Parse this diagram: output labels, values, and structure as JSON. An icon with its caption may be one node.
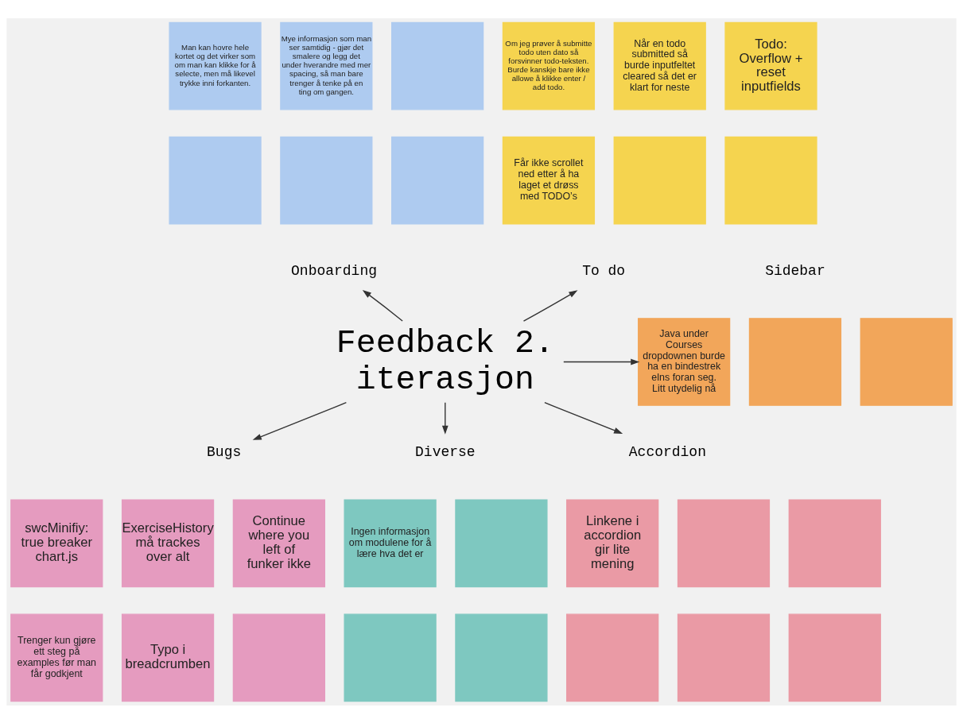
{
  "diagram": {
    "nodes": [
      {
        "text": [
          "Feedback 2. iterasjon"
        ]
      },
      {
        "text": [
          "Onboarding"
        ]
      },
      {
        "text": [
          "To do"
        ]
      },
      {
        "text": [
          "Sidebar"
        ]
      },
      {
        "text": [
          "Bugs"
        ]
      },
      {
        "text": [
          "Diverse"
        ]
      },
      {
        "text": [
          "Accordion"
        ]
      },
      {
        "text": [
          "Man kan hovre hele kortet og det virker som om man kan klikke for å selecte, men må likevel trykke inni forkanten."
        ]
      },
      {
        "text": [
          "Mye informasjon som man ser samtidig - gjør det smalere og legg det under hverandre med mer spacing, så man bare trenger å tenke på en ting om gangen."
        ]
      },
      {
        "text": [],
        "shape": "box"
      },
      {
        "text": [],
        "shape": "box"
      },
      {
        "text": [],
        "shape": "box"
      },
      {
        "text": [],
        "shape": "box"
      },
      {
        "text": [
          "Om jeg prøver å submitte todo uten dato så forsvinner todo-teksten. Burde kanskje bare ikke allowe å klikke enter / add todo."
        ]
      },
      {
        "text": [
          "Når en todo submitted så burde inputfeltet cleared så det er klart for neste"
        ]
      },
      {
        "text": [
          "Todo: Overflow + reset inputfields"
        ]
      },
      {
        "text": [
          "Får ikke scrollet ned etter å ha laget et drøss med TODO’s"
        ]
      },
      {
        "text": [],
        "shape": "box"
      },
      {
        "text": [],
        "shape": "box"
      },
      {
        "text": [
          "Java under Courses dropdownen burde ha en bindestrek elns foran seg. Litt utydelig nå"
        ]
      },
      {
        "text": [],
        "shape": "box"
      },
      {
        "text": [],
        "shape": "box"
      },
      {
        "text": [
          "swcMinifiy: true breaker chart.js"
        ]
      },
      {
        "text": [
          "ExerciseHistory må trackes over alt"
        ]
      },
      {
        "text": [
          "Continue where you left of funker ikke"
        ]
      },
      {
        "text": [
          "Trenger kun gjøre ett steg på examples før man får godkjent"
        ]
      },
      {
        "text": [
          "Typo i breadcrumben"
        ]
      },
      {
        "text": [],
        "shape": "box"
      },
      {
        "text": [
          "Ingen informasjon om modulene for å lære hva det er"
        ]
      },
      {
        "text": [],
        "shape": "box"
      },
      {
        "text": [],
        "shape": "box"
      },
      {
        "text": [],
        "shape": "box"
      },
      {
        "text": [
          "Linkene i accordion gir lite mening"
        ]
      },
      {
        "text": [],
        "shape": "box"
      },
      {
        "text": [],
        "shape": "box"
      },
      {
        "text": [],
        "shape": "box"
      },
      {
        "text": [],
        "shape": "box"
      },
      {
        "text": [],
        "shape": "box"
      }
    ],
    "edges": [
      {
        "from": 0,
        "to": 1,
        "arrow": "to"
      },
      {
        "from": 0,
        "to": 2,
        "arrow": "to"
      },
      {
        "from": 0,
        "to": 19,
        "arrow": "to"
      },
      {
        "from": 0,
        "to": 4,
        "arrow": "to"
      },
      {
        "from": 0,
        "to": 5,
        "arrow": "to"
      },
      {
        "from": 0,
        "to": 6,
        "arrow": "to"
      }
    ]
  }
}
